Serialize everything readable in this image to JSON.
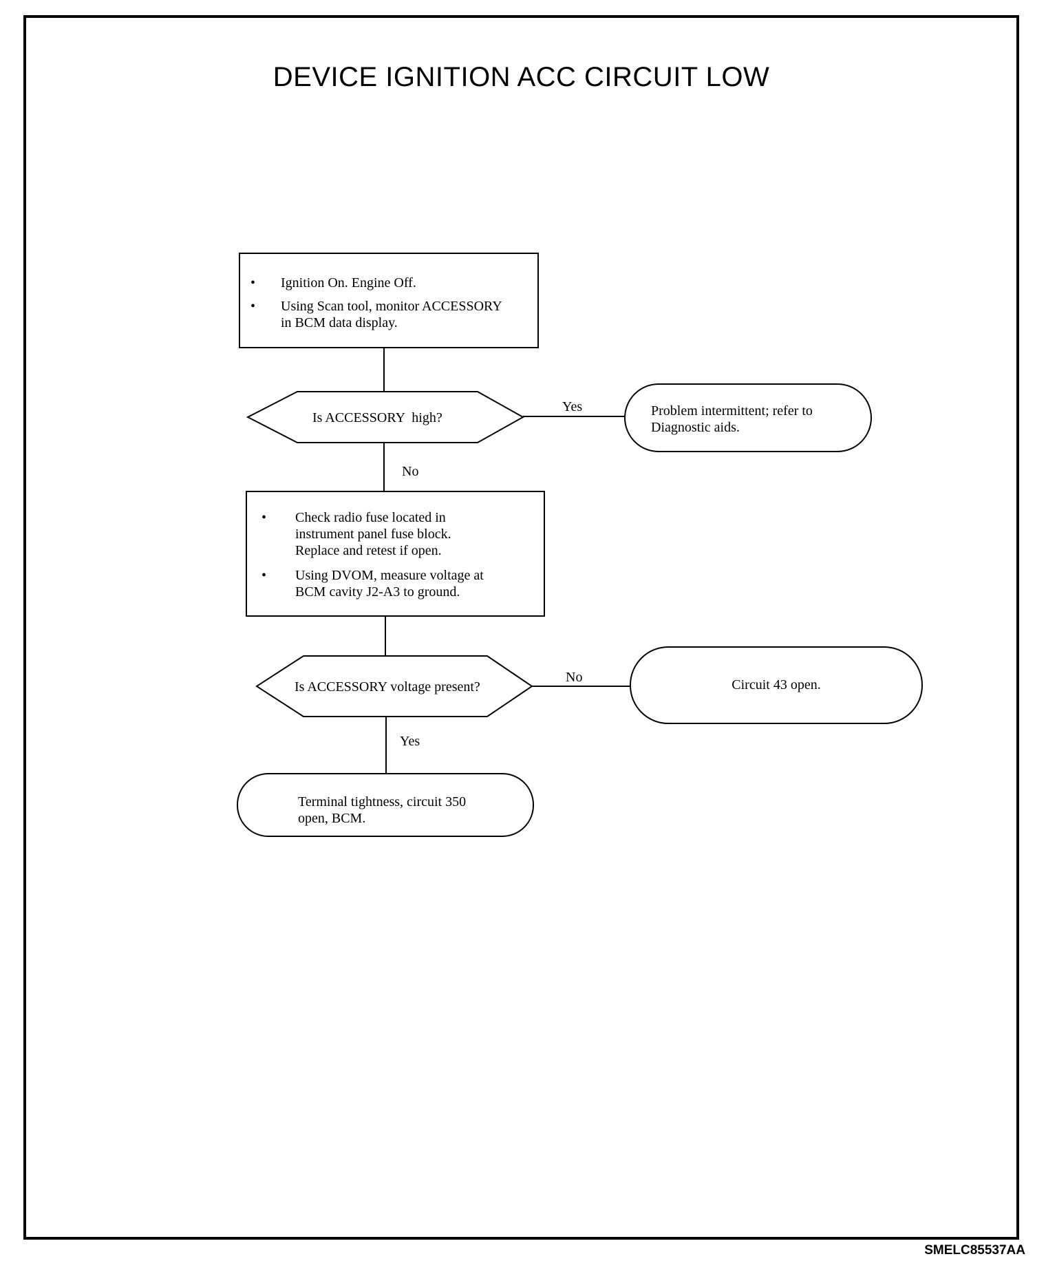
{
  "title": "DEVICE IGNITION ACC CIRCUIT LOW",
  "figure_id": "SMELC85537AA",
  "step1": {
    "bullets": [
      "Ignition On. Engine Off.",
      "Using Scan tool, monitor ACCESSORY in BCM data display."
    ]
  },
  "decision1": {
    "question": "Is ACCESSORY  high?",
    "yes_label": "Yes",
    "no_label": "No"
  },
  "result_yes1": "Problem intermittent; refer to Diagnostic aids.",
  "step2": {
    "bullets": [
      "Check radio fuse located in instrument panel fuse block. Replace and retest if open.",
      "Using DVOM, measure voltage at BCM cavity J2-A3 to ground."
    ]
  },
  "decision2": {
    "question": "Is ACCESSORY voltage present?",
    "no_label": "No",
    "yes_label": "Yes"
  },
  "result_no2": "Circuit 43 open.",
  "result_yes2": "Terminal tightness, circuit 350 open, BCM.",
  "bullet_glyph": "•"
}
